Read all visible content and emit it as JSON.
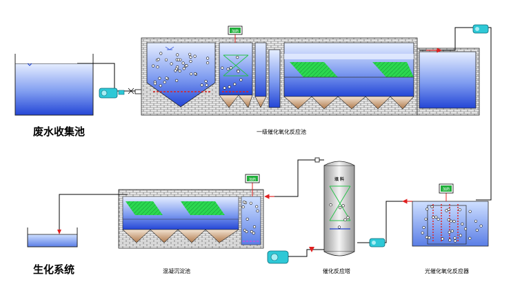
{
  "labels": {
    "waste_tank": "废水收集池",
    "first_reactor": "一级催化氧化反应池",
    "coag_tank": "混凝沉淀池",
    "catalytic_tower": "催化反应塔",
    "photo_reactor": "光催化氧化反应器",
    "bio_system": "生化系统",
    "tower_filler": "填 料"
  },
  "dosing": {
    "d1": "加药",
    "d2": "加药",
    "d3": "加药"
  },
  "colors": {
    "water_top": "#d6e4ff",
    "water_bottom": "#2b4fd8",
    "brick": "#f4f4f4",
    "pipe": "#000000",
    "arrow": "#e02020",
    "media": "#27d64a",
    "pump": "#27c4d0",
    "sludge": "#c9a07a",
    "dosing_box": "#1faf3a"
  }
}
